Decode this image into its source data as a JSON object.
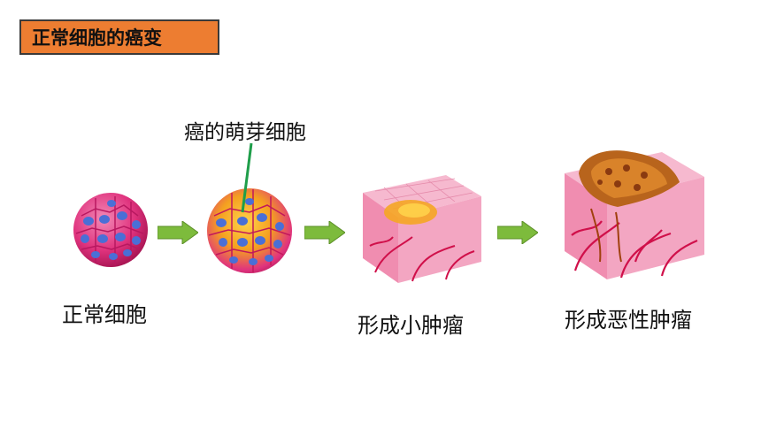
{
  "title": "正常细胞的癌变",
  "callout_label": "癌的萌芽细胞",
  "stages": [
    {
      "label": "正常细胞",
      "icon": "normal-cell-sphere"
    },
    {
      "label": "",
      "icon": "budding-cancer-cell-sphere"
    },
    {
      "label": "形成小肿瘤",
      "icon": "small-tumor-tissue-block"
    },
    {
      "label": "形成恶性肿瘤",
      "icon": "malignant-tumor-tissue-block"
    }
  ],
  "colors": {
    "title_bg": "#ed7d31",
    "arrow": "#7dbb3c",
    "callout_line": "#1f9e4a"
  }
}
